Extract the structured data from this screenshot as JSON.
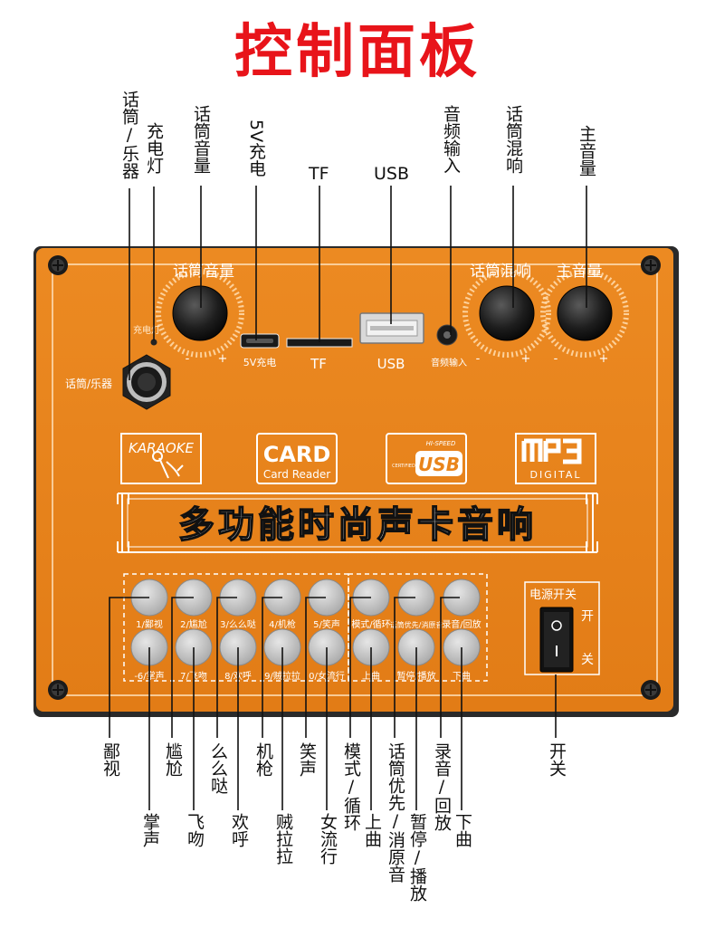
{
  "title": "控制面板",
  "top_labels": {
    "mic_instrument": "话筒/乐器",
    "charge_light": "充电灯",
    "mic_volume": "话筒音量",
    "charge_5v": "5V充电",
    "tf": "TF",
    "usb": "USB",
    "audio_input": "音频输入",
    "mic_reverb": "话筒混响",
    "master_volume": "主音量"
  },
  "panel": {
    "knob_mic_volume": "话筒音量",
    "knob_mic_reverb": "话筒混响",
    "knob_master_volume": "主音量",
    "charge_light": "充电灯",
    "jack_mic_instrument": "话筒/乐器",
    "port_5v": "5V充电",
    "port_tf": "TF",
    "port_usb": "USB",
    "port_audio_in": "音频输入",
    "minus": "-",
    "plus": "+",
    "logo_karaoke": "KARAOKE",
    "logo_card_big": "CARD",
    "logo_card_small": "Card Reader",
    "logo_usb_top": "HI-SPEED",
    "logo_usb_side": "CERTIFIED",
    "logo_usb_main": "USB",
    "logo_mp3_bottom": "DIGITAL",
    "banner": "多功能时尚声卡音响",
    "power_title": "电源开关",
    "power_on": "开",
    "power_off": "关"
  },
  "buttons_row1": [
    "1/鄙视",
    "2/尴尬",
    "3/么么哒",
    "4/机枪",
    "5/笑声",
    "模式/循环",
    "话筒优先/消原音",
    "录音/回放"
  ],
  "buttons_row2": [
    "-6/掌声",
    "7/飞吻",
    "8/欢呼",
    "9/贼拉拉",
    "0/女流行",
    "上曲",
    "暂停/播放",
    "下曲"
  ],
  "bottom_labels_row1": [
    "鄙视",
    "尴尬",
    "么么哒",
    "机枪",
    "笑声",
    "模式/循环",
    "话筒优先/消原音",
    "录音/回放",
    "开关"
  ],
  "bottom_labels_row2": [
    "掌声",
    "飞吻",
    "欢呼",
    "贼拉拉",
    "女流行",
    "上曲",
    "暂停/播放",
    "下曲"
  ],
  "colors": {
    "title": "#e8141a",
    "panel": "#e9851c",
    "panel_dark": "#1f1f1f",
    "button": "#c9c9c9"
  }
}
